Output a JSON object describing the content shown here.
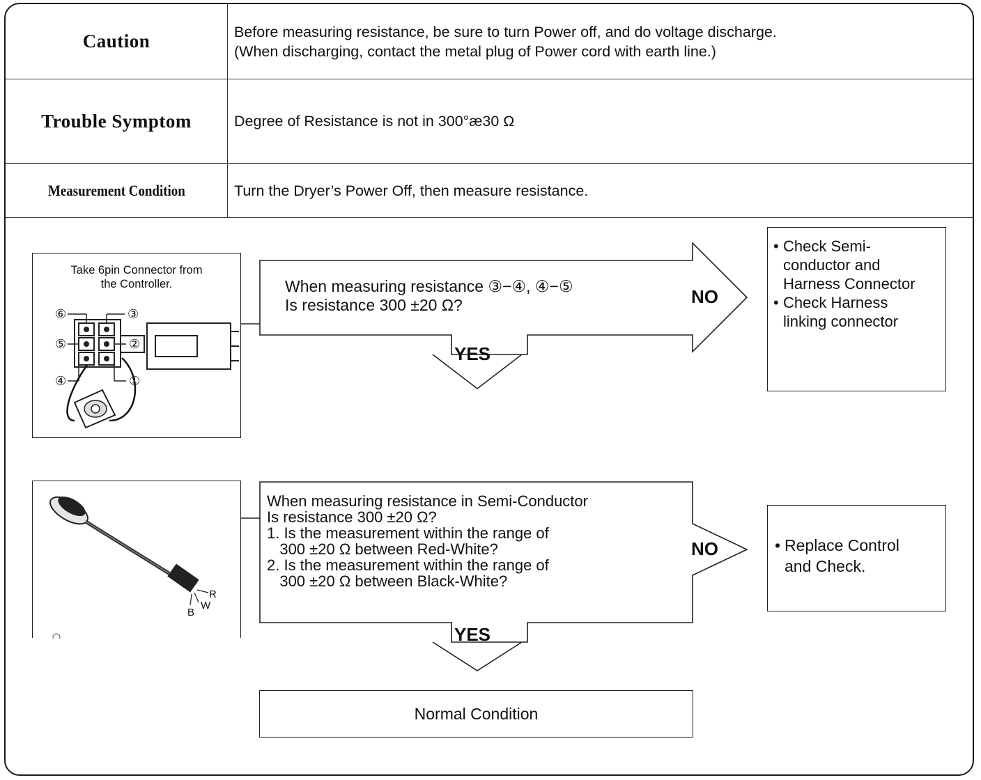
{
  "header": {
    "caution": {
      "title": "Caution",
      "line1": "Before measuring resistance, be sure to turn Power off, and do voltage discharge.",
      "line2": "(When discharging, contact the metal plug of  Power cord with earth line.)"
    },
    "symptom": {
      "title": "Trouble Symptom",
      "text": "Degree of Resistance is not in 300°æ30 Ω"
    },
    "condition": {
      "title": "Measurement Condition",
      "text": "Turn the Dryer’s Power Off, then measure resistance."
    }
  },
  "step1": {
    "photo_caption_1": "Take 6pin Connector from",
    "photo_caption_2": "the Controller.",
    "pins": [
      "①",
      "②",
      "③",
      "④",
      "⑤",
      "⑥"
    ],
    "question_line1": "When measuring resistance ③−④, ④−⑤",
    "question_line2": "Is resistance 300 ±20 Ω?",
    "no_label": "NO",
    "yes_label": "YES",
    "result_items": [
      [
        "Check Semi-",
        "conductor and",
        "Harness Connector"
      ],
      [
        "Check Harness",
        "linking connector"
      ]
    ]
  },
  "step2": {
    "wire_labels": {
      "r": "R",
      "w": "W",
      "b": "B"
    },
    "question_lines": [
      "When measuring resistance in Semi-Conductor",
      "Is resistance 300 ±20 Ω?",
      "1. Is the measurement within the range of",
      "   300 ±20 Ω between Red-White?",
      "2. Is the measurement within the range of",
      "   300 ±20 Ω between Black-White?"
    ],
    "no_label": "NO",
    "yes_label": "YES",
    "result_items": [
      [
        "Replace Control",
        "and Check."
      ]
    ]
  },
  "final": {
    "text": "Normal Condition"
  }
}
